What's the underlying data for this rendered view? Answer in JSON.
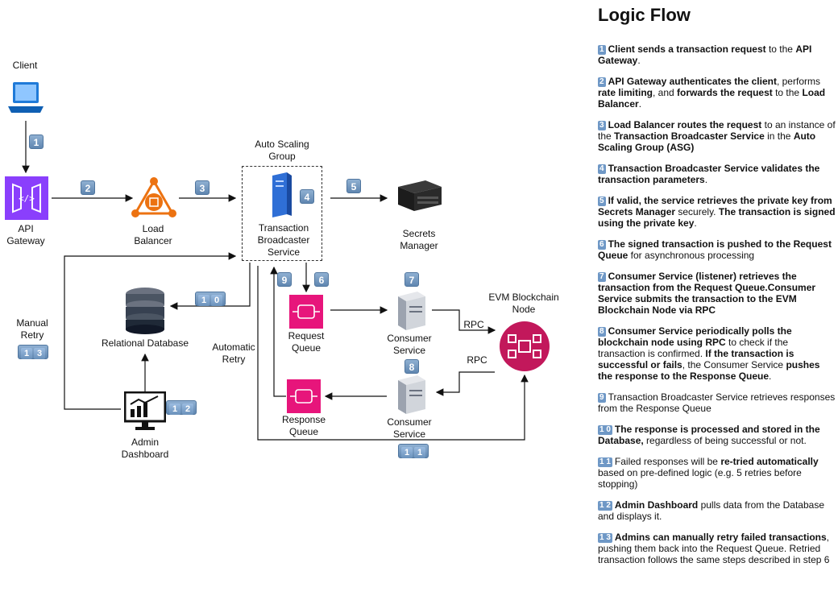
{
  "diagram": {
    "labels": {
      "client": "Client",
      "api_gateway": "API\nGateway",
      "load_balancer": "Load\nBalancer",
      "asg_title": "Auto Scaling\nGroup",
      "tbs": "Transaction\nBroadcaster\nService",
      "secrets_manager": "Secrets\nManager",
      "relational_db": "Relational Database",
      "manual_retry": "Manual\nRetry",
      "automatic_retry": "Automatic\nRetry",
      "request_queue": "Request\nQueue",
      "response_queue": "Response\nQueue",
      "consumer_1": "Consumer\nService",
      "consumer_2": "Consumer\nService",
      "evm_node": "EVM Blockchain\nNode",
      "rpc_1": "RPC",
      "rpc_2": "RPC",
      "admin_dashboard": "Admin\nDashboard"
    },
    "badges": {
      "b1": "1",
      "b2": "2",
      "b3": "3",
      "b4": "4",
      "b5": "5",
      "b6": "6",
      "b7": "7",
      "b8": "8",
      "b9": "9",
      "b10a": "1",
      "b10b": "0",
      "b11a": "1",
      "b11b": "1",
      "b12a": "1",
      "b12b": "2",
      "b13a": "1",
      "b13b": "3"
    },
    "colors": {
      "api_gateway": "#8a3ffc",
      "load_balancer": "#ec7211",
      "queue": "#e7157b",
      "evm_node": "#c2185b",
      "badge": "#6f98c6"
    }
  },
  "flow": {
    "title": "Logic Flow",
    "steps": [
      {
        "num": "1",
        "parts": [
          {
            "b": "Client sends a transaction request"
          },
          {
            "t": " to the "
          },
          {
            "b": "API Gateway"
          },
          {
            "t": "."
          }
        ]
      },
      {
        "num": "2",
        "parts": [
          {
            "b": "API Gateway authenticates the client"
          },
          {
            "t": ", performs "
          },
          {
            "b": "rate limiting"
          },
          {
            "t": ", and "
          },
          {
            "b": "forwards the request"
          },
          {
            "t": " to the "
          },
          {
            "b": "Load Balancer"
          },
          {
            "t": "."
          }
        ]
      },
      {
        "num": "3",
        "parts": [
          {
            "b": "Load Balancer routes the request"
          },
          {
            "t": " to an instance of the "
          },
          {
            "b": "Transaction Broadcaster Service"
          },
          {
            "t": " in the "
          },
          {
            "b": "Auto Scaling Group (ASG)"
          }
        ]
      },
      {
        "num": "4",
        "parts": [
          {
            "b": "Transaction Broadcaster Service validates the transaction parameters"
          },
          {
            "t": "."
          }
        ]
      },
      {
        "num": "5",
        "parts": [
          {
            "b": "If valid, the service retrieves the private key from Secrets Manager"
          },
          {
            "t": " securely. "
          },
          {
            "b": "The transaction is signed using the private key"
          },
          {
            "t": "."
          }
        ]
      },
      {
        "num": "6",
        "parts": [
          {
            "b": "The signed transaction is pushed to the Request Queue"
          },
          {
            "t": " for asynchronous processing"
          }
        ]
      },
      {
        "num": "7",
        "parts": [
          {
            "b": "Consumer Service (listener) retrieves the transaction from the Request Queue.Consumer Service submits the transaction to the EVM Blockchain Node via RPC"
          }
        ]
      },
      {
        "num": "8",
        "parts": [
          {
            "b": "Consumer Service periodically polls the blockchain node using RPC"
          },
          {
            "t": " to check if the transaction is confirmed. "
          },
          {
            "b": "If the transaction is successful or fails"
          },
          {
            "t": ", the Consumer Service "
          },
          {
            "b": "pushes the response to the Response Queue"
          },
          {
            "t": "."
          }
        ]
      },
      {
        "num": "9",
        "parts": [
          {
            "t": "Transaction Broadcaster Service retrieves responses from the Response Queue"
          }
        ]
      },
      {
        "num": "1 0",
        "parts": [
          {
            "b": "The response is processed and stored in the Database,"
          },
          {
            "t": " regardless of being successful or not."
          }
        ]
      },
      {
        "num": "1 1",
        "parts": [
          {
            "t": "Failed responses will be "
          },
          {
            "b": "re-tried automatically"
          },
          {
            "t": " based on pre-defined logic (e.g. 5 retries before stopping)"
          }
        ]
      },
      {
        "num": "1 2",
        "parts": [
          {
            "b": "Admin Dashboard"
          },
          {
            "t": " pulls data from the Database and displays it."
          }
        ]
      },
      {
        "num": "1 3",
        "parts": [
          {
            "b": "Admins can manually retry failed transactions"
          },
          {
            "t": ", pushing them back into the Request Queue. Retried transaction follows the same steps described in step 6"
          }
        ]
      }
    ]
  }
}
